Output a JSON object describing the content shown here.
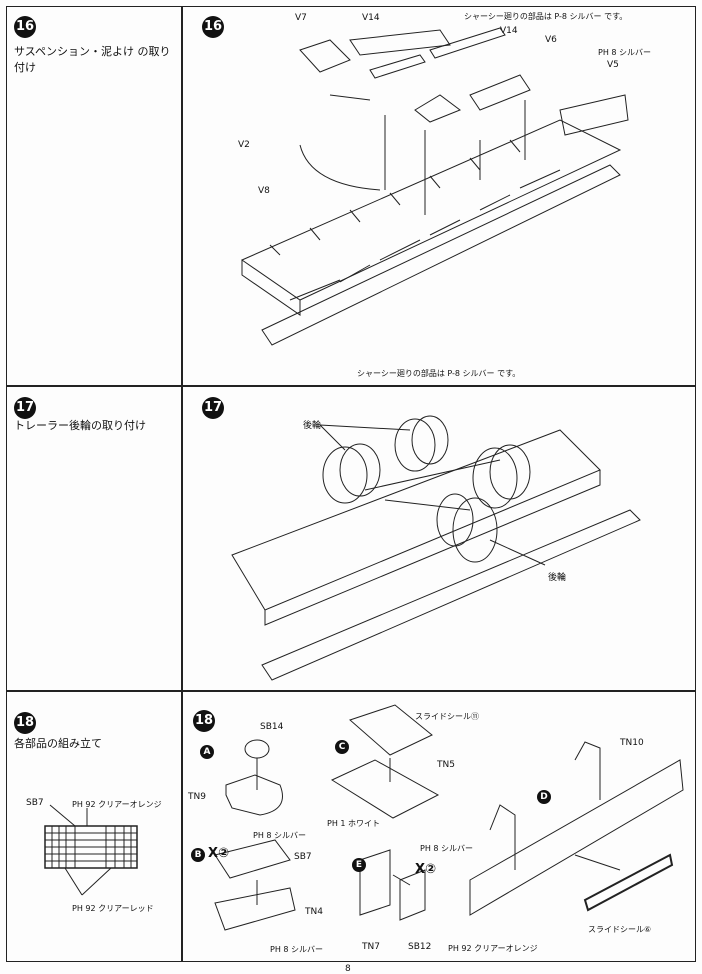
{
  "steps": [
    {
      "number": "16",
      "title": "サスペンション・泥よけ の取り付け",
      "note_top": "シャーシー廻りの部品は P-8 シルバー です。",
      "note_bottom": "シャーシー廻りの部品は P-8 シルバー です。",
      "paint_v5": "PH 8 シルバー",
      "parts": [
        "V7",
        "V14",
        "V14",
        "V6",
        "V2",
        "V8",
        "V5"
      ]
    },
    {
      "number": "17",
      "title": "トレーラー後輪の取り付け",
      "labels": [
        "後輪",
        "後輪"
      ]
    },
    {
      "number": "18",
      "title": "各部品の組み立て",
      "side": {
        "part": "SB7",
        "paint_top": "PH 92 クリアーオレンジ",
        "paint_bottom": "PH 92 クリアーレッド"
      },
      "sub": {
        "A": {
          "letter": "A",
          "parts": [
            "SB14",
            "TN9"
          ],
          "paint": "PH 8 シルバー"
        },
        "B": {
          "letter": "B",
          "mark": "X②",
          "parts": [
            "SB7",
            "TN4"
          ],
          "paint": "PH 8 シルバー"
        },
        "C": {
          "letter": "C",
          "decal": "スライドシール⑪",
          "part": "TN5",
          "paint": "PH 1 ホワイト"
        },
        "D": {
          "letter": "D",
          "part": "TN10",
          "decal": "スライドシール⑥"
        },
        "E": {
          "letter": "E",
          "mark": "X②",
          "paint_top": "PH 8 シルバー",
          "parts": [
            "TN7",
            "SB12"
          ],
          "paint": "PH 92 クリアーオレンジ"
        }
      }
    }
  ],
  "page_number": "8"
}
